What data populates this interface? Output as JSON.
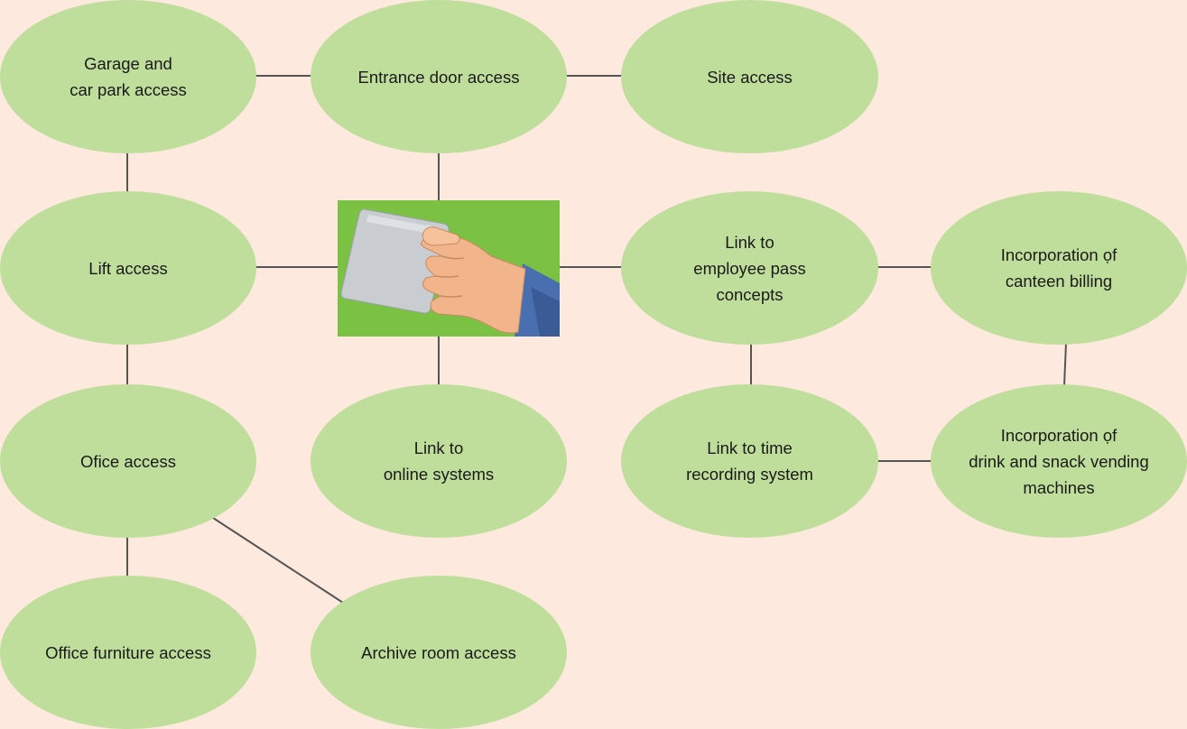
{
  "colors": {
    "background": "#fde9de",
    "node_fill": "#bfde9c",
    "connector": "#555555",
    "photo_background": "#7bc143"
  },
  "nodes": {
    "garage": "Garage and\ncar park access",
    "entrance": "Entrance door access",
    "site": "Site access",
    "lift": "Lift access",
    "employee_pass": "Link to\nemployee pass\nconcepts",
    "canteen": "Incorporation ọf\ncanteen billing",
    "office": "Ofice access",
    "online": "Link to\nonline systems",
    "time": "Link to time\nrecording system",
    "vending": "Incorporation ọf\ndrink and snack vending\nmachines",
    "furniture": "Office furniture access",
    "archive": "Archive room access"
  },
  "center_image": {
    "icon": "hand-holding-card-icon"
  }
}
